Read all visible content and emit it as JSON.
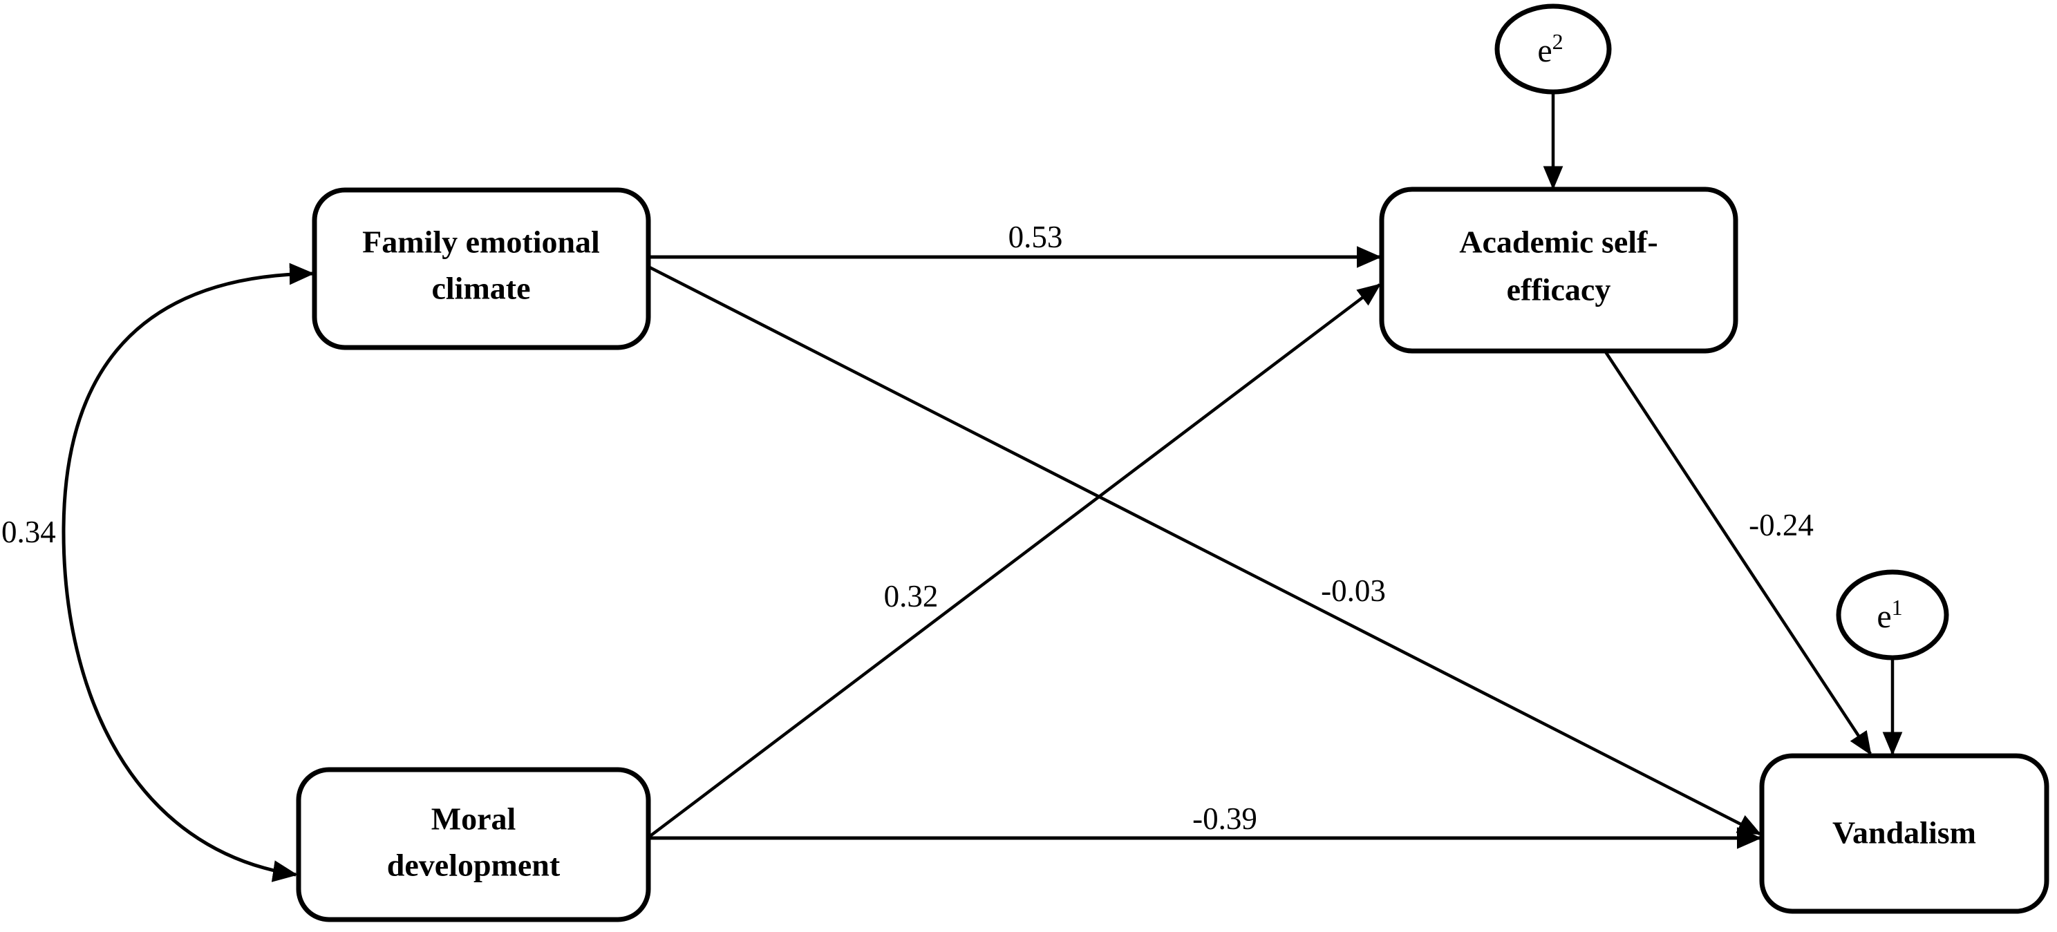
{
  "diagram": {
    "type": "structural-equation-path-diagram",
    "background_color": "#ffffff",
    "stroke_color": "#000000",
    "nodes": [
      {
        "id": "family",
        "label_line1": "Family emotional",
        "label_line2": "climate",
        "shape": "rounded-rect"
      },
      {
        "id": "moral",
        "label_line1": "Moral",
        "label_line2": "development",
        "shape": "rounded-rect"
      },
      {
        "id": "academic",
        "label_line1": "Academic self-",
        "label_line2": "efficacy",
        "shape": "rounded-rect"
      },
      {
        "id": "vandalism",
        "label_line1": "Vandalism",
        "label_line2": "",
        "shape": "rounded-rect"
      },
      {
        "id": "e2",
        "label_base": "e",
        "label_sup": "2",
        "shape": "ellipse"
      },
      {
        "id": "e1",
        "label_base": "e",
        "label_sup": "1",
        "shape": "ellipse"
      }
    ],
    "paths": [
      {
        "from": "family",
        "to": "academic",
        "coefficient": "0.53",
        "kind": "directed"
      },
      {
        "from": "family",
        "to": "vandalism",
        "coefficient": "-0.03",
        "kind": "directed"
      },
      {
        "from": "moral",
        "to": "academic",
        "coefficient": "0.32",
        "kind": "directed"
      },
      {
        "from": "moral",
        "to": "vandalism",
        "coefficient": "-0.39",
        "kind": "directed"
      },
      {
        "from": "academic",
        "to": "vandalism",
        "coefficient": "-0.24",
        "kind": "directed"
      },
      {
        "from": "family",
        "to": "moral",
        "coefficient": "0.34",
        "kind": "covariance-double-headed-curve"
      },
      {
        "from": "e2",
        "to": "academic",
        "coefficient": "",
        "kind": "error-term"
      },
      {
        "from": "e1",
        "to": "vandalism",
        "coefficient": "",
        "kind": "error-term"
      }
    ],
    "coefficients": {
      "family_to_academic": "0.53",
      "family_to_vandalism": "-0.03",
      "moral_to_academic": "0.32",
      "moral_to_vandalism": "-0.39",
      "academic_to_vandalism": "-0.24",
      "family_moral_covariance": "0.34"
    },
    "labels": {
      "family_l1": "Family emotional",
      "family_l2": "climate",
      "moral_l1": "Moral",
      "moral_l2": "development",
      "academic_l1": "Academic self-",
      "academic_l2": "efficacy",
      "vandalism_l1": "Vandalism",
      "e2_base": "e",
      "e2_sup": "2",
      "e1_base": "e",
      "e1_sup": "1"
    }
  }
}
